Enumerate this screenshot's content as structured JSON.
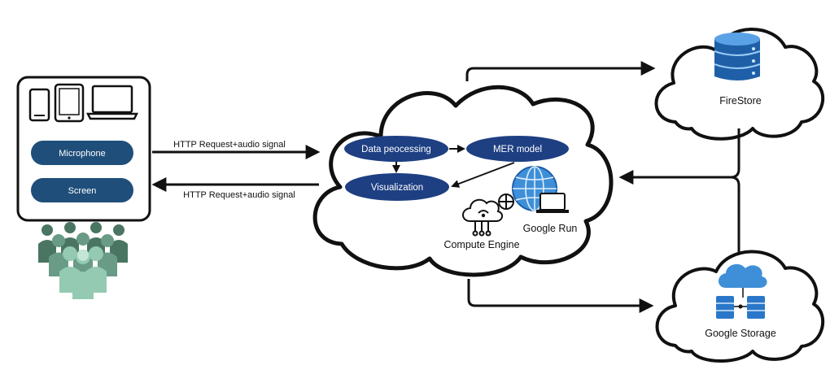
{
  "client": {
    "devices": [
      "phone-icon",
      "tablet-icon",
      "laptop-icon"
    ],
    "buttons": {
      "microphone": "Microphone",
      "screen": "Screen"
    },
    "users_icon": "people-group-icon"
  },
  "links": {
    "request_top": "HTTP Request+audio signal",
    "request_bottom": "HTTP Request+audio signal"
  },
  "central_cloud": {
    "nodes": {
      "processing": "Data peocessing",
      "model": "MER model",
      "visualization": "Visualization"
    },
    "services": {
      "compute": "Compute Engine",
      "run": "Google Run"
    }
  },
  "firestore": {
    "label": "FireStore",
    "icon": "database-stack-icon"
  },
  "storage": {
    "label": "Google Storage",
    "icon": "cloud-storage-icon"
  },
  "colors": {
    "pill": "#1f4e7a",
    "node": "#1e3f82",
    "db_blue": "#2a77c9",
    "people_dark": "#3f6b5a",
    "people_light": "#8fc4ad",
    "outline": "#111111"
  }
}
